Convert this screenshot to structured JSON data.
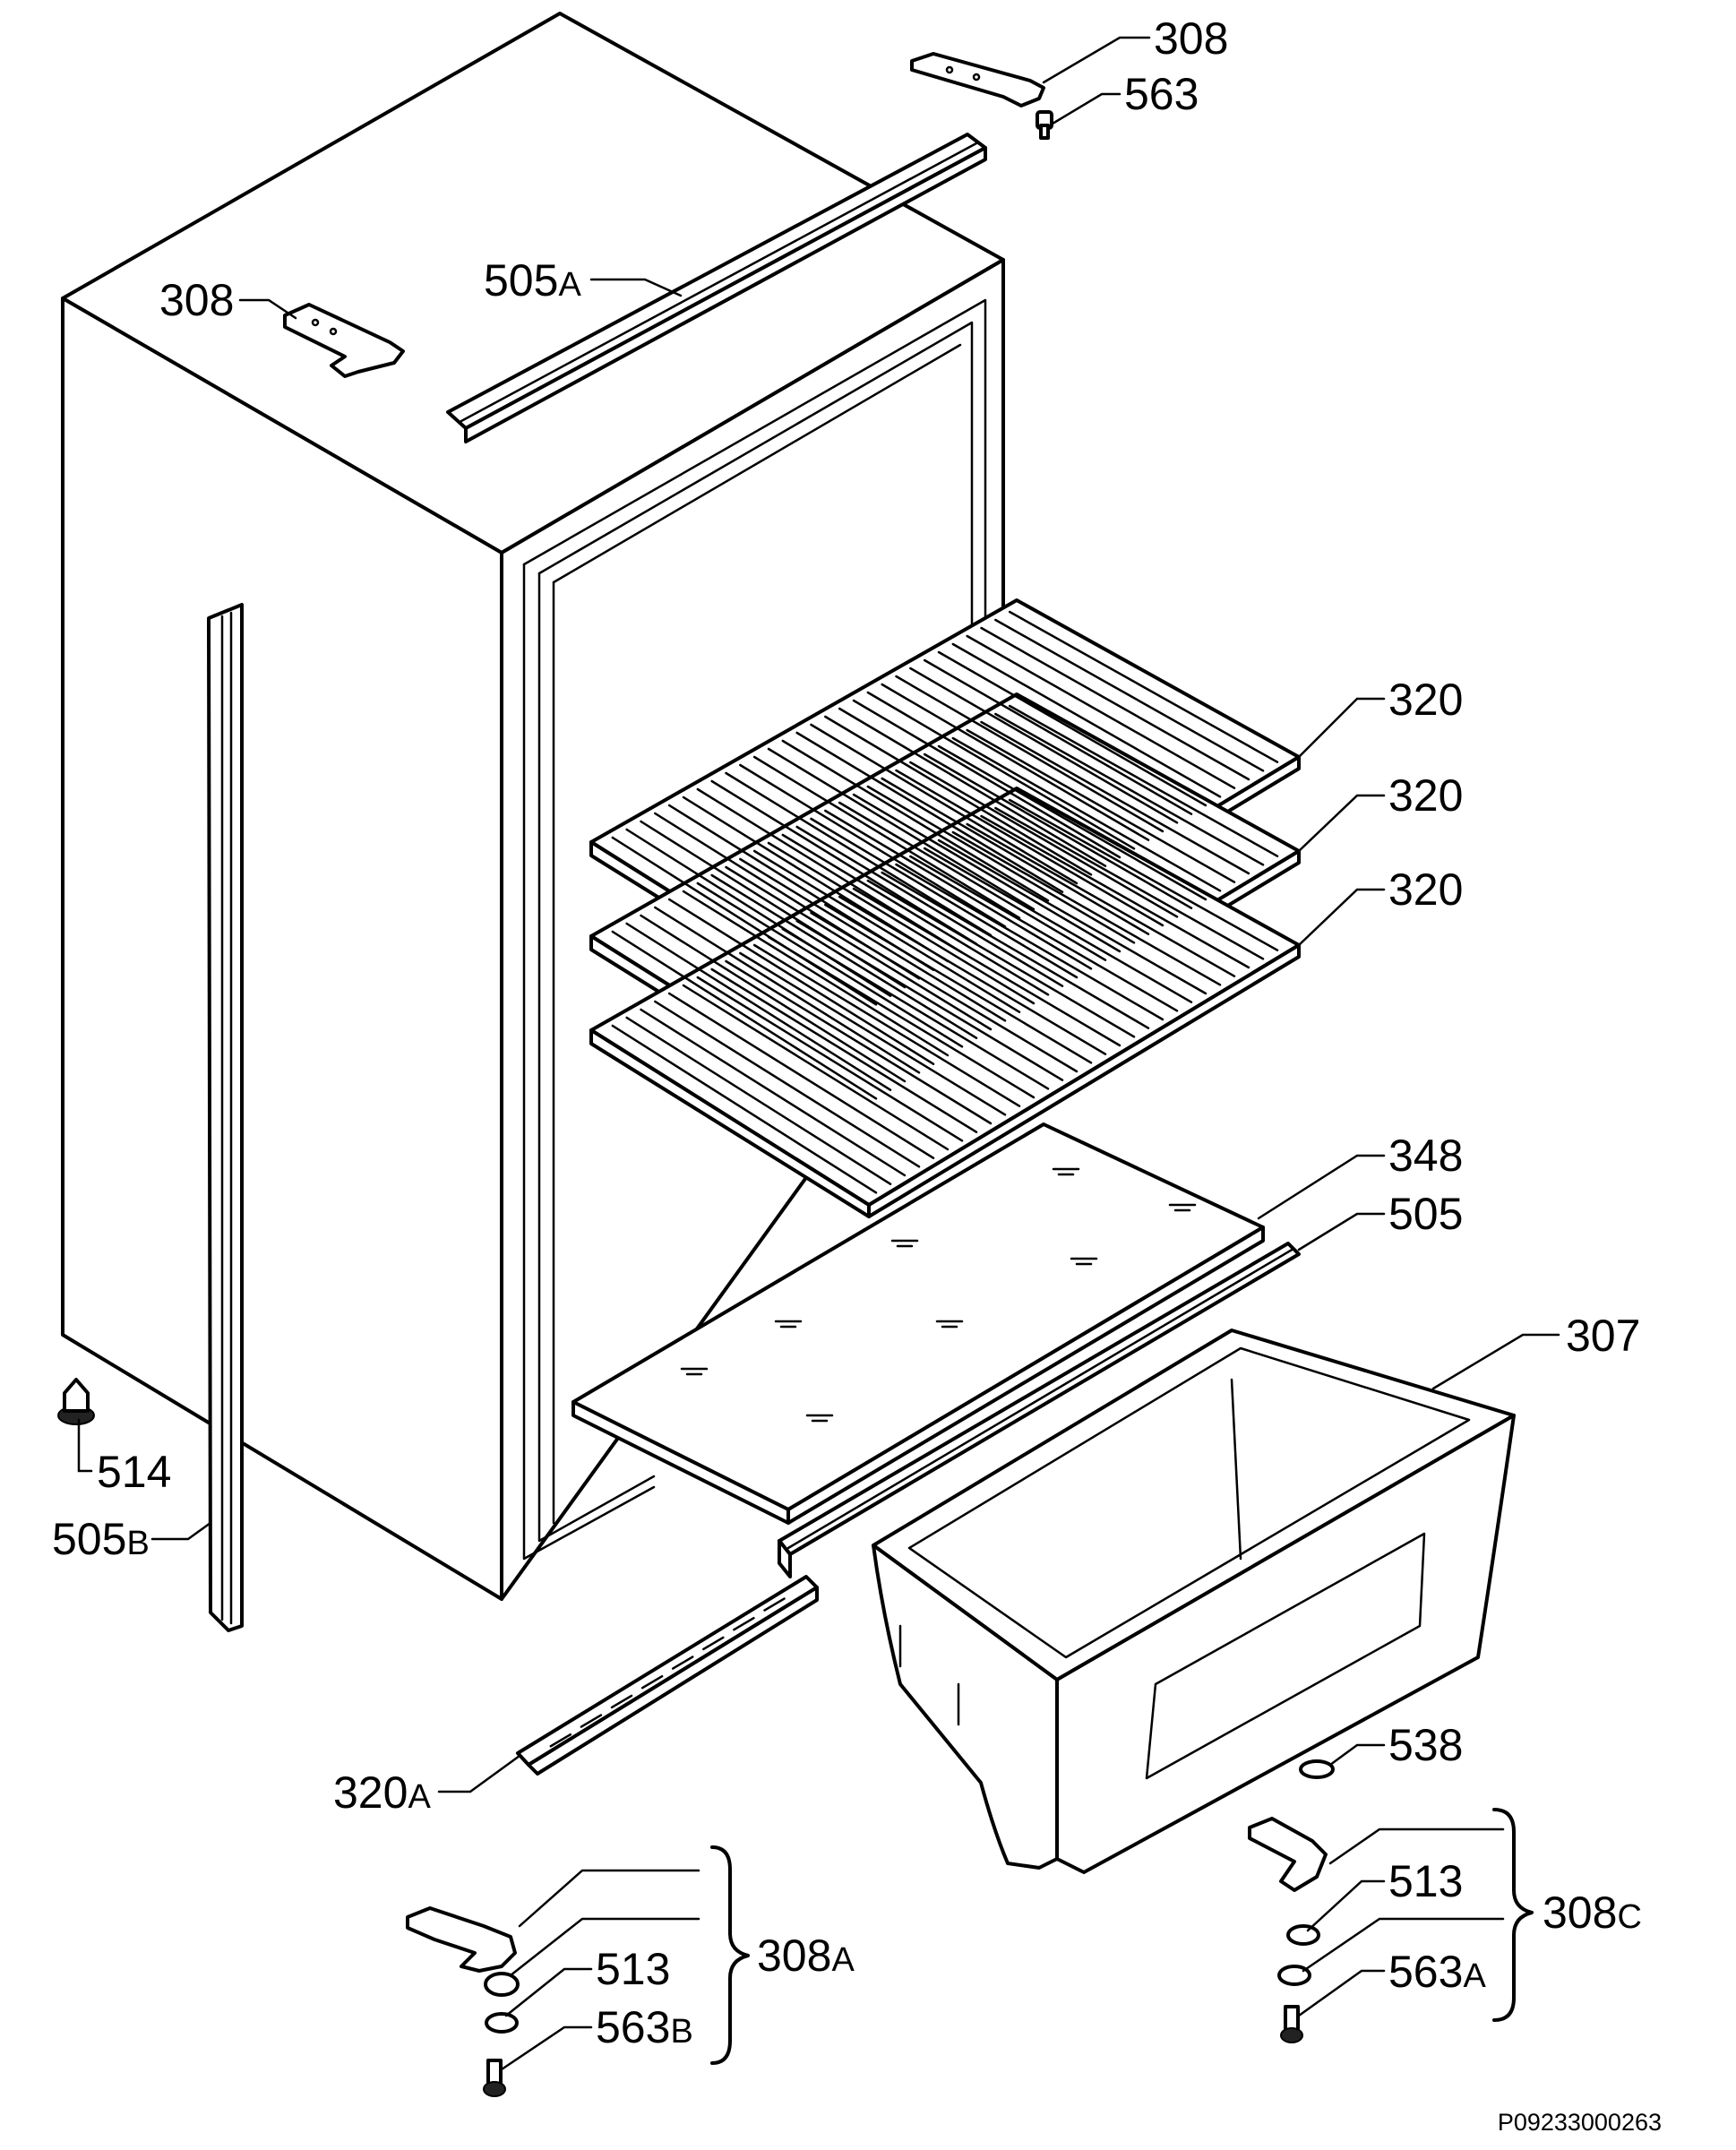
{
  "diagram": {
    "document_id": "P09233000263",
    "labels": [
      {
        "id": "308-top",
        "number": "308",
        "suffix": ""
      },
      {
        "id": "563-top",
        "number": "563",
        "suffix": ""
      },
      {
        "id": "308-cabinet",
        "number": "308",
        "suffix": ""
      },
      {
        "id": "505a",
        "number": "505",
        "suffix": "A"
      },
      {
        "id": "320-1",
        "number": "320",
        "suffix": ""
      },
      {
        "id": "320-2",
        "number": "320",
        "suffix": ""
      },
      {
        "id": "320-3",
        "number": "320",
        "suffix": ""
      },
      {
        "id": "348",
        "number": "348",
        "suffix": ""
      },
      {
        "id": "505",
        "number": "505",
        "suffix": ""
      },
      {
        "id": "307",
        "number": "307",
        "suffix": ""
      },
      {
        "id": "514",
        "number": "514",
        "suffix": ""
      },
      {
        "id": "505b",
        "number": "505",
        "suffix": "B"
      },
      {
        "id": "320a",
        "number": "320",
        "suffix": "A"
      },
      {
        "id": "538",
        "number": "538",
        "suffix": ""
      },
      {
        "id": "513-right",
        "number": "513",
        "suffix": ""
      },
      {
        "id": "308c",
        "number": "308",
        "suffix": "C"
      },
      {
        "id": "563a",
        "number": "563",
        "suffix": "A"
      },
      {
        "id": "308a",
        "number": "308",
        "suffix": "A"
      },
      {
        "id": "513-left",
        "number": "513",
        "suffix": ""
      },
      {
        "id": "563b",
        "number": "563",
        "suffix": "B"
      }
    ]
  }
}
